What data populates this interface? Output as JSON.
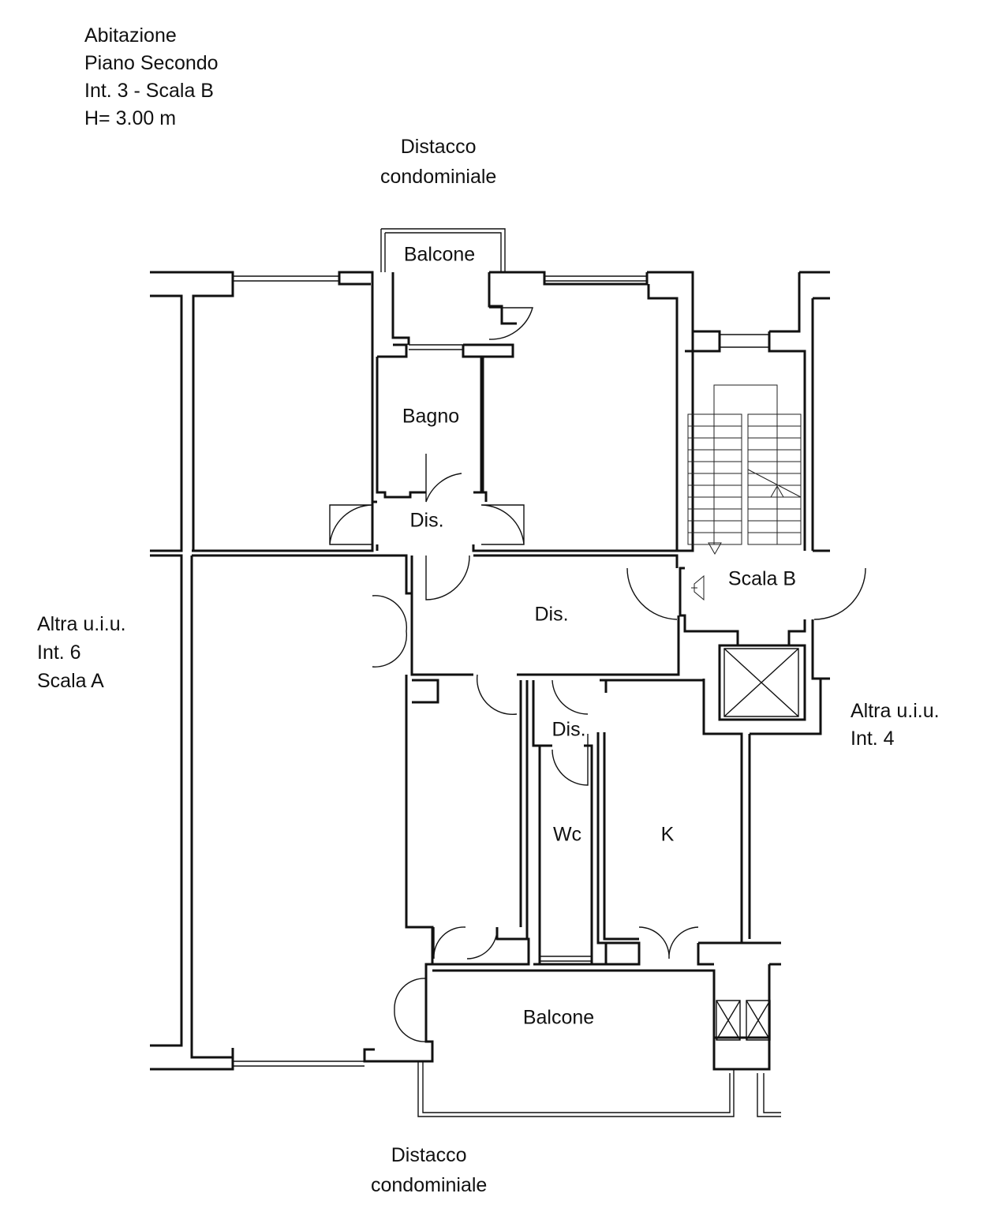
{
  "header": {
    "lines": [
      "Abitazione",
      "Piano Secondo",
      "Int. 3 - Scala B",
      "H= 3.00 m"
    ]
  },
  "top_note": {
    "lines": [
      "Distacco",
      "condominiale"
    ]
  },
  "bottom_note": {
    "lines": [
      "Distacco",
      "condominiale"
    ]
  },
  "left_note": {
    "lines": [
      "Altra u.i.u.",
      "Int. 6",
      "Scala A"
    ]
  },
  "right_note": {
    "lines": [
      "Altra u.i.u.",
      "Int. 4"
    ]
  },
  "rooms": {
    "balcone_top": "Balcone",
    "bagno": "Bagno",
    "dis_upper": "Dis.",
    "scala_b": "Scala B",
    "dis_main": "Dis.",
    "dis_small": "Dis.",
    "wc": "Wc",
    "kitchen": "K",
    "balcone_bottom": "Balcone"
  }
}
